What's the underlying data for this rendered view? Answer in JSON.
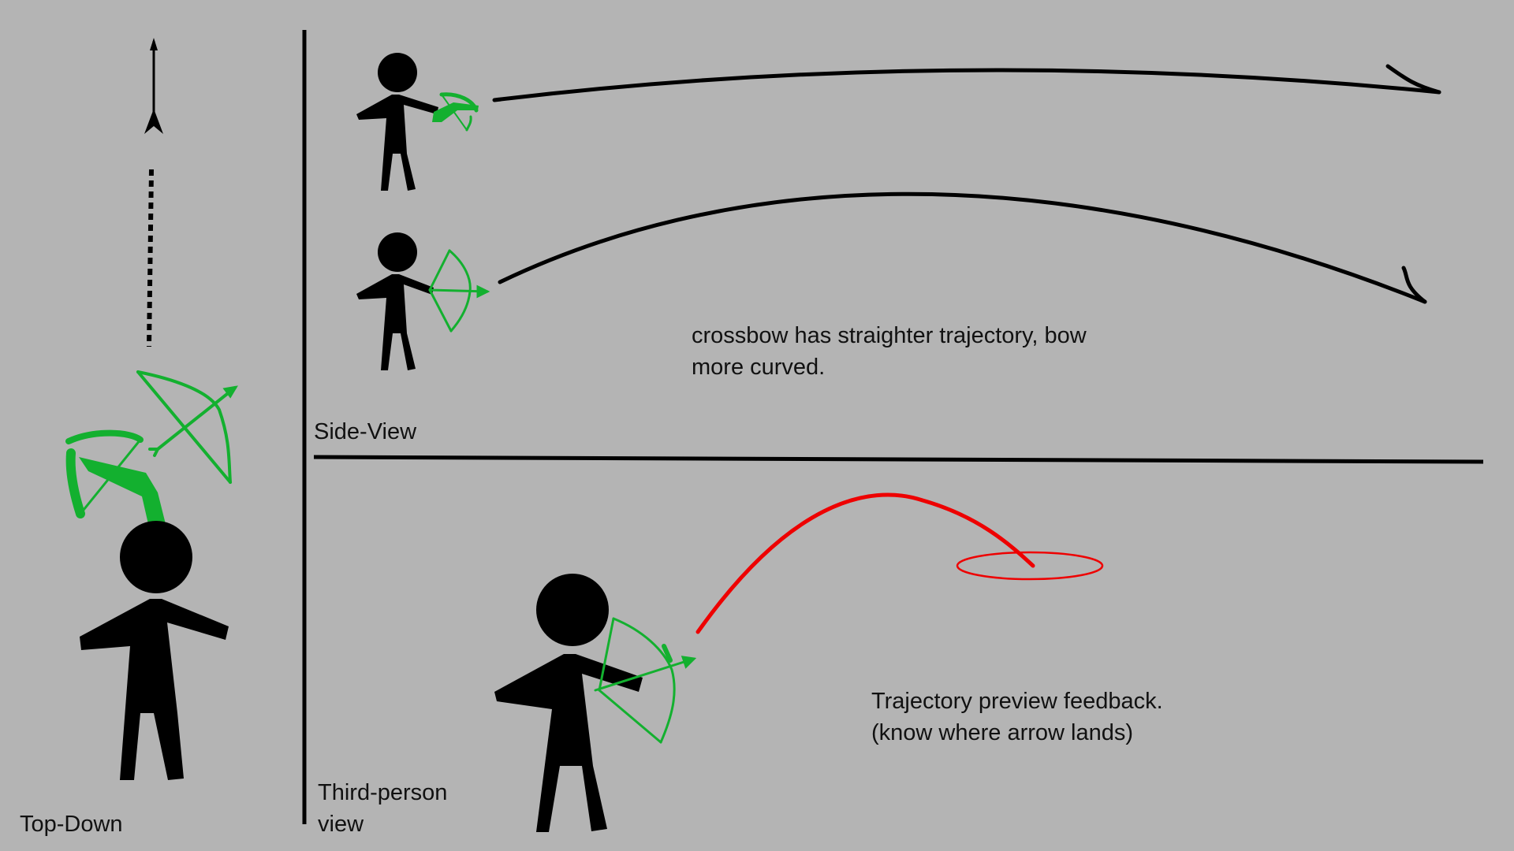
{
  "colors": {
    "background": "#b4b4b4",
    "ink": "#000000",
    "bow_green": "#13b02f",
    "trajectory_red": "#ee0000"
  },
  "panels": {
    "top_down": {
      "label": "Top-Down"
    },
    "side_view": {
      "label": "Side-View",
      "note_line_1": "crossbow has straighter trajectory, bow",
      "note_line_2": "more curved."
    },
    "third_person": {
      "label_line_1": "Third-person",
      "label_line_2": "view",
      "note_line_1": "Trajectory preview feedback.",
      "note_line_2": "(know where arrow lands)"
    }
  },
  "icons": {
    "figure": "stick-figure-icon",
    "crossbow": "crossbow-icon",
    "bow": "bow-icon",
    "arrow": "arrow-icon",
    "landing_marker": "landing-ellipse-icon"
  }
}
